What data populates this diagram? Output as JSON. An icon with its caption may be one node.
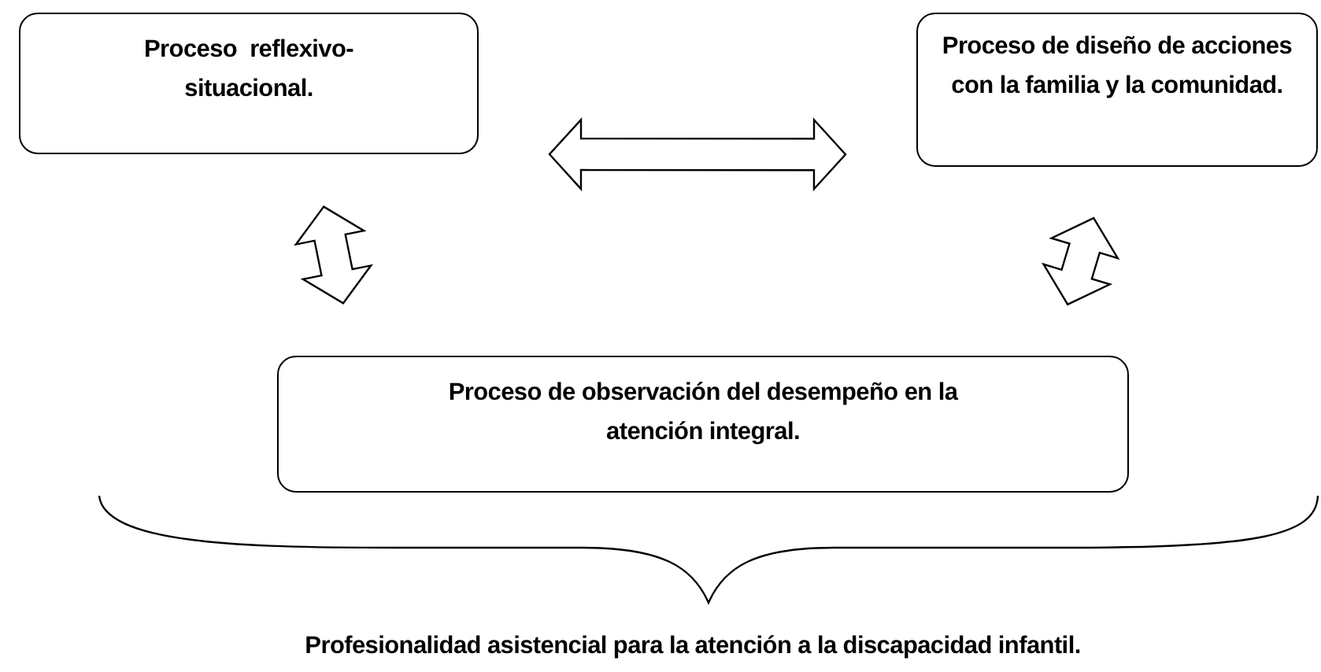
{
  "diagram": {
    "nodes": [
      {
        "text": [
          "Proceso  reflexivo- situacional."
        ]
      },
      {
        "text": [
          "Proceso de diseño de acciones con la familia y la comunidad."
        ]
      },
      {
        "text": [
          "Proceso de observación del desempeño en la atención integral."
        ]
      }
    ],
    "edges": [
      {
        "from": 0,
        "to": 1,
        "arrow": "both"
      },
      {
        "from": 0,
        "to": 2,
        "arrow": "both"
      },
      {
        "from": 1,
        "to": 2,
        "arrow": "both"
      }
    ],
    "labels": [
      "Profesionalidad asistencial para la atención a la discapacidad infantil."
    ]
  }
}
